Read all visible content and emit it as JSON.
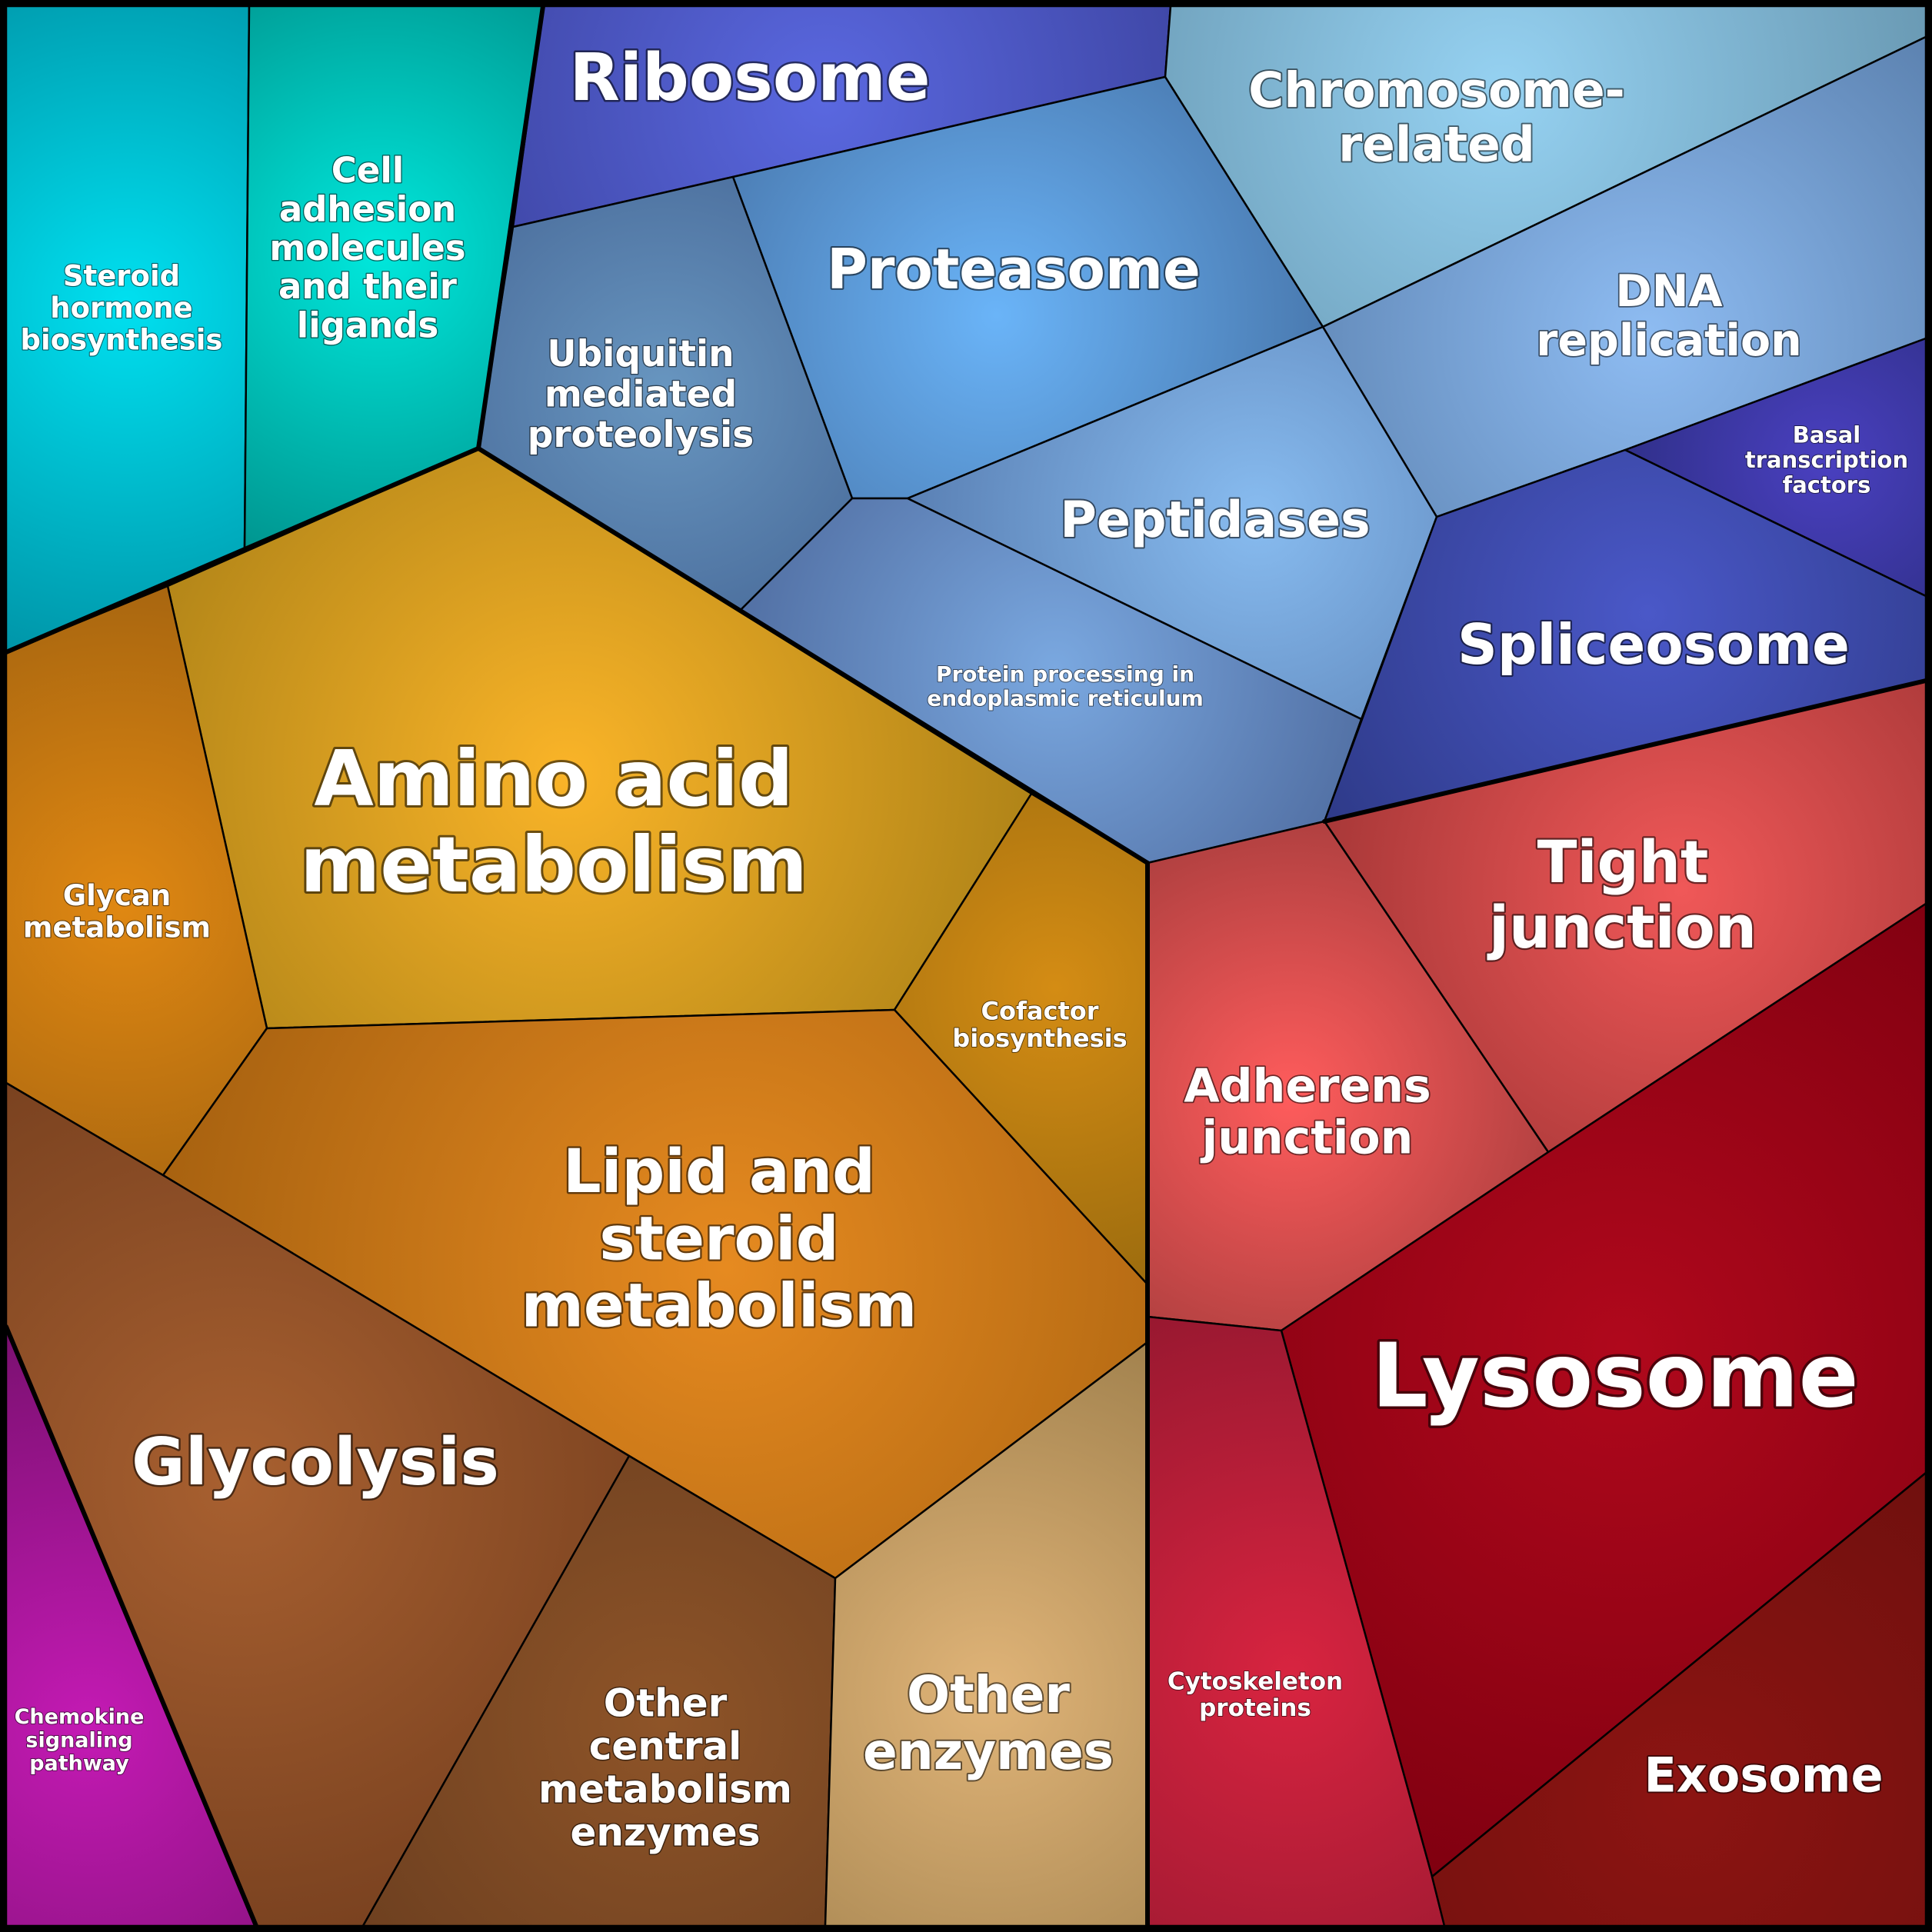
{
  "cells": [
    {
      "id": "steroid",
      "lines": [
        "Steroid",
        "hormone",
        "biosynthesis"
      ]
    },
    {
      "id": "cell_adhesion",
      "lines": [
        "Cell",
        "adhesion",
        "molecules",
        "and their",
        "ligands"
      ]
    },
    {
      "id": "ribosome",
      "lines": [
        "Ribosome"
      ]
    },
    {
      "id": "chromosome",
      "lines": [
        "Chromosome-",
        "related"
      ]
    },
    {
      "id": "proteasome",
      "lines": [
        "Proteasome"
      ]
    },
    {
      "id": "ubiquitin",
      "lines": [
        "Ubiquitin",
        "mediated",
        "proteolysis"
      ]
    },
    {
      "id": "dna_replication",
      "lines": [
        "DNA",
        "replication"
      ]
    },
    {
      "id": "basal",
      "lines": [
        "Basal",
        "transcription",
        "factors"
      ]
    },
    {
      "id": "peptidases",
      "lines": [
        "Peptidases"
      ]
    },
    {
      "id": "protein_processing",
      "lines": [
        "Protein processing in",
        "endoplasmic reticulum"
      ]
    },
    {
      "id": "spliceosome",
      "lines": [
        "Spliceosome"
      ]
    },
    {
      "id": "amino_acid",
      "lines": [
        "Amino acid",
        "metabolism"
      ]
    },
    {
      "id": "glycan",
      "lines": [
        "Glycan",
        "metabolism"
      ]
    },
    {
      "id": "cofactor",
      "lines": [
        "Cofactor",
        "biosynthesis"
      ]
    },
    {
      "id": "lipid",
      "lines": [
        "Lipid and",
        "steroid",
        "metabolism"
      ]
    },
    {
      "id": "glycolysis",
      "lines": [
        "Glycolysis"
      ]
    },
    {
      "id": "chemokine",
      "lines": [
        "Chemokine",
        "signaling",
        "pathway"
      ]
    },
    {
      "id": "other_central",
      "lines": [
        "Other",
        "central",
        "metabolism",
        "enzymes"
      ]
    },
    {
      "id": "other_enzymes",
      "lines": [
        "Other",
        "enzymes"
      ]
    },
    {
      "id": "tight_junction",
      "lines": [
        "Tight",
        "junction"
      ]
    },
    {
      "id": "adherens",
      "lines": [
        "Adherens",
        "junction"
      ]
    },
    {
      "id": "lysosome",
      "lines": [
        "Lysosome"
      ]
    },
    {
      "id": "cytoskeleton",
      "lines": [
        "Cytoskeleton",
        "proteins"
      ]
    },
    {
      "id": "exosome",
      "lines": [
        "Exosome"
      ]
    }
  ],
  "colors": {
    "steroid": [
      "#00e0f0",
      "#0095a8"
    ],
    "cell_adhesion": [
      "#00e8dc",
      "#00958f"
    ],
    "ribosome": [
      "#5a68e0",
      "#4048a8"
    ],
    "chromosome": [
      "#96d2f2",
      "#6a9ab4"
    ],
    "proteasome": [
      "#6ab4f8",
      "#4a7ab0"
    ],
    "ubiquitin": [
      "#6896c0",
      "#4e72a0"
    ],
    "dna_replication": [
      "#8ebcf2",
      "#5c82b0"
    ],
    "basal": [
      "#4a40c0",
      "#30308a"
    ],
    "peptidases": [
      "#88bcf0",
      "#5a80b4"
    ],
    "protein_processing": [
      "#7aa8e0",
      "#5270a4"
    ],
    "spliceosome": [
      "#4a58c8",
      "#2e3a88"
    ],
    "amino_acid": [
      "#fab428",
      "#b08418"
    ],
    "glycan": [
      "#e08812",
      "#a86610"
    ],
    "cofactor": [
      "#d48c14",
      "#9c6c0e"
    ],
    "lipid": [
      "#e68a20",
      "#a86210"
    ],
    "glycolysis": [
      "#a86030",
      "#7a4220"
    ],
    "chemokine": [
      "#c41ab4",
      "#7a1070"
    ],
    "other_central": [
      "#8e5428",
      "#6e4020"
    ],
    "other_enzymes": [
      "#e0b478",
      "#a2824e"
    ],
    "tight_junction": [
      "#f05858",
      "#a83838"
    ],
    "adherens": [
      "#ff5c5c",
      "#b04040"
    ],
    "lysosome": [
      "#b0081c",
      "#800010"
    ],
    "cytoskeleton": [
      "#d82440",
      "#981830"
    ],
    "exosome": [
      "#8c1412",
      "#70100e"
    ],
    "border": "#000000"
  }
}
